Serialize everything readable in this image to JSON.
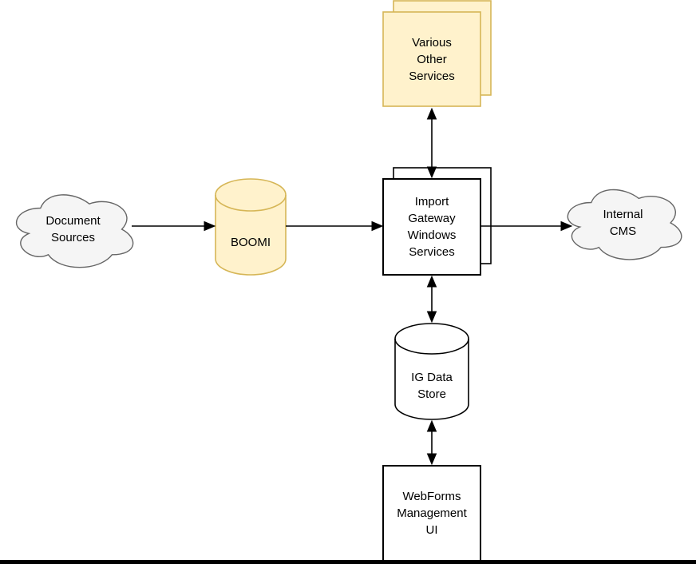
{
  "colors": {
    "yellow_fill": "#FFF2CC",
    "yellow_stroke": "#D6B656",
    "cloud_fill": "#F5F5F5",
    "cloud_stroke": "#666666",
    "plain_fill": "#FFFFFF",
    "plain_stroke": "#000000",
    "arrow": "#000000",
    "bottom_bar": "#000000"
  },
  "nodes": {
    "document_sources": {
      "label": "Document\nSources",
      "shape": "cloud"
    },
    "boomi": {
      "label": "BOOMI",
      "shape": "cylinder"
    },
    "various_other_services": {
      "label": "Various\nOther\nServices",
      "shape": "stacked-rectangles"
    },
    "import_gateway": {
      "label": "Import\nGateway\nWindows\nServices",
      "shape": "stacked-rectangles"
    },
    "internal_cms": {
      "label": "Internal\nCMS",
      "shape": "cloud"
    },
    "ig_data_store": {
      "label": "IG Data\nStore",
      "shape": "cylinder"
    },
    "webforms_ui": {
      "label": "WebForms\nManagement\nUI",
      "shape": "rectangle"
    }
  },
  "edges": [
    {
      "from": "document_sources",
      "to": "boomi",
      "direction": "one-way"
    },
    {
      "from": "boomi",
      "to": "import_gateway",
      "direction": "one-way"
    },
    {
      "from": "import_gateway",
      "to": "internal_cms",
      "direction": "one-way"
    },
    {
      "from": "various_other_services",
      "to": "import_gateway",
      "direction": "two-way"
    },
    {
      "from": "import_gateway",
      "to": "ig_data_store",
      "direction": "two-way"
    },
    {
      "from": "ig_data_store",
      "to": "webforms_ui",
      "direction": "two-way"
    }
  ]
}
